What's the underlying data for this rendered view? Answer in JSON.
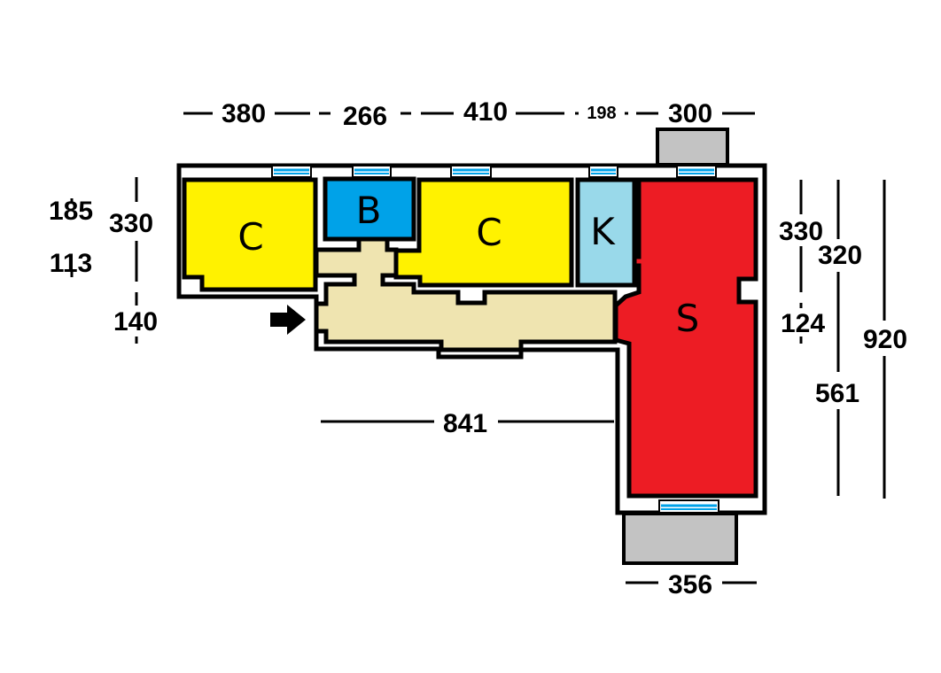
{
  "colors": {
    "bedroom": "#FFF200",
    "bathroom": "#00A2E8",
    "kitchen": "#99D9EA",
    "living_room": "#ED1C24",
    "hallway": "#EFE4B0",
    "balcony": "#C3C3C3",
    "window": "#00A2E8"
  },
  "rooms": {
    "bedroom_left": "C",
    "bathroom": "B",
    "bedroom_middle": "C",
    "kitchen": "K",
    "living_room": "S"
  },
  "dimensions": {
    "top": [
      "380",
      "266",
      "410",
      "198",
      "300"
    ],
    "left": [
      "185",
      "113",
      "330",
      "140"
    ],
    "right": [
      "330",
      "124",
      "320",
      "561",
      "920"
    ],
    "corridor_length": "841",
    "bottom_balcony": "356"
  },
  "icons": {
    "entrance": "arrow-right-icon"
  }
}
